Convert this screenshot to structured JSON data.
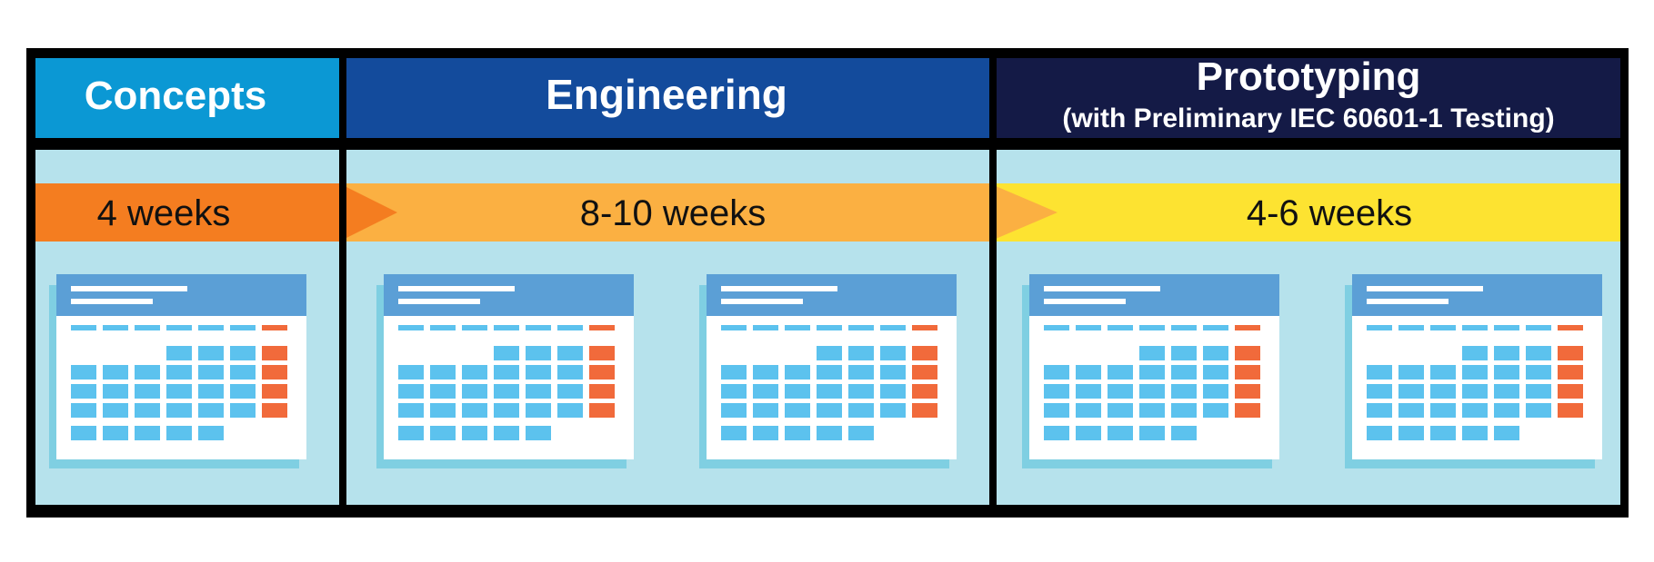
{
  "phases": [
    {
      "title": "Concepts",
      "subtitle": "",
      "duration": "4 weeks",
      "header_color": "#0b98d4",
      "arrow_color": "#f47d20",
      "calendars": 1
    },
    {
      "title": "Engineering",
      "subtitle": "",
      "duration": "8-10 weeks",
      "header_color": "#134b9c",
      "arrow_color": "#fbb042",
      "calendars": 2
    },
    {
      "title": "Prototyping",
      "subtitle": "(with Preliminary IEC 60601-1 Testing)",
      "duration": "4-6 weeks",
      "header_color": "#141a46",
      "arrow_color": "#fde331",
      "calendars": 2
    }
  ],
  "colors": {
    "frame": "#000000",
    "panel_background": "#b6e2ec",
    "calendar_header": "#5b9fd6",
    "calendar_cell": "#5cc2ee",
    "calendar_weekend": "#f16a3b",
    "calendar_shadow": "#7fcfe2",
    "calendar_body": "#ffffff"
  },
  "icons": {
    "calendar": "calendar-icon"
  }
}
